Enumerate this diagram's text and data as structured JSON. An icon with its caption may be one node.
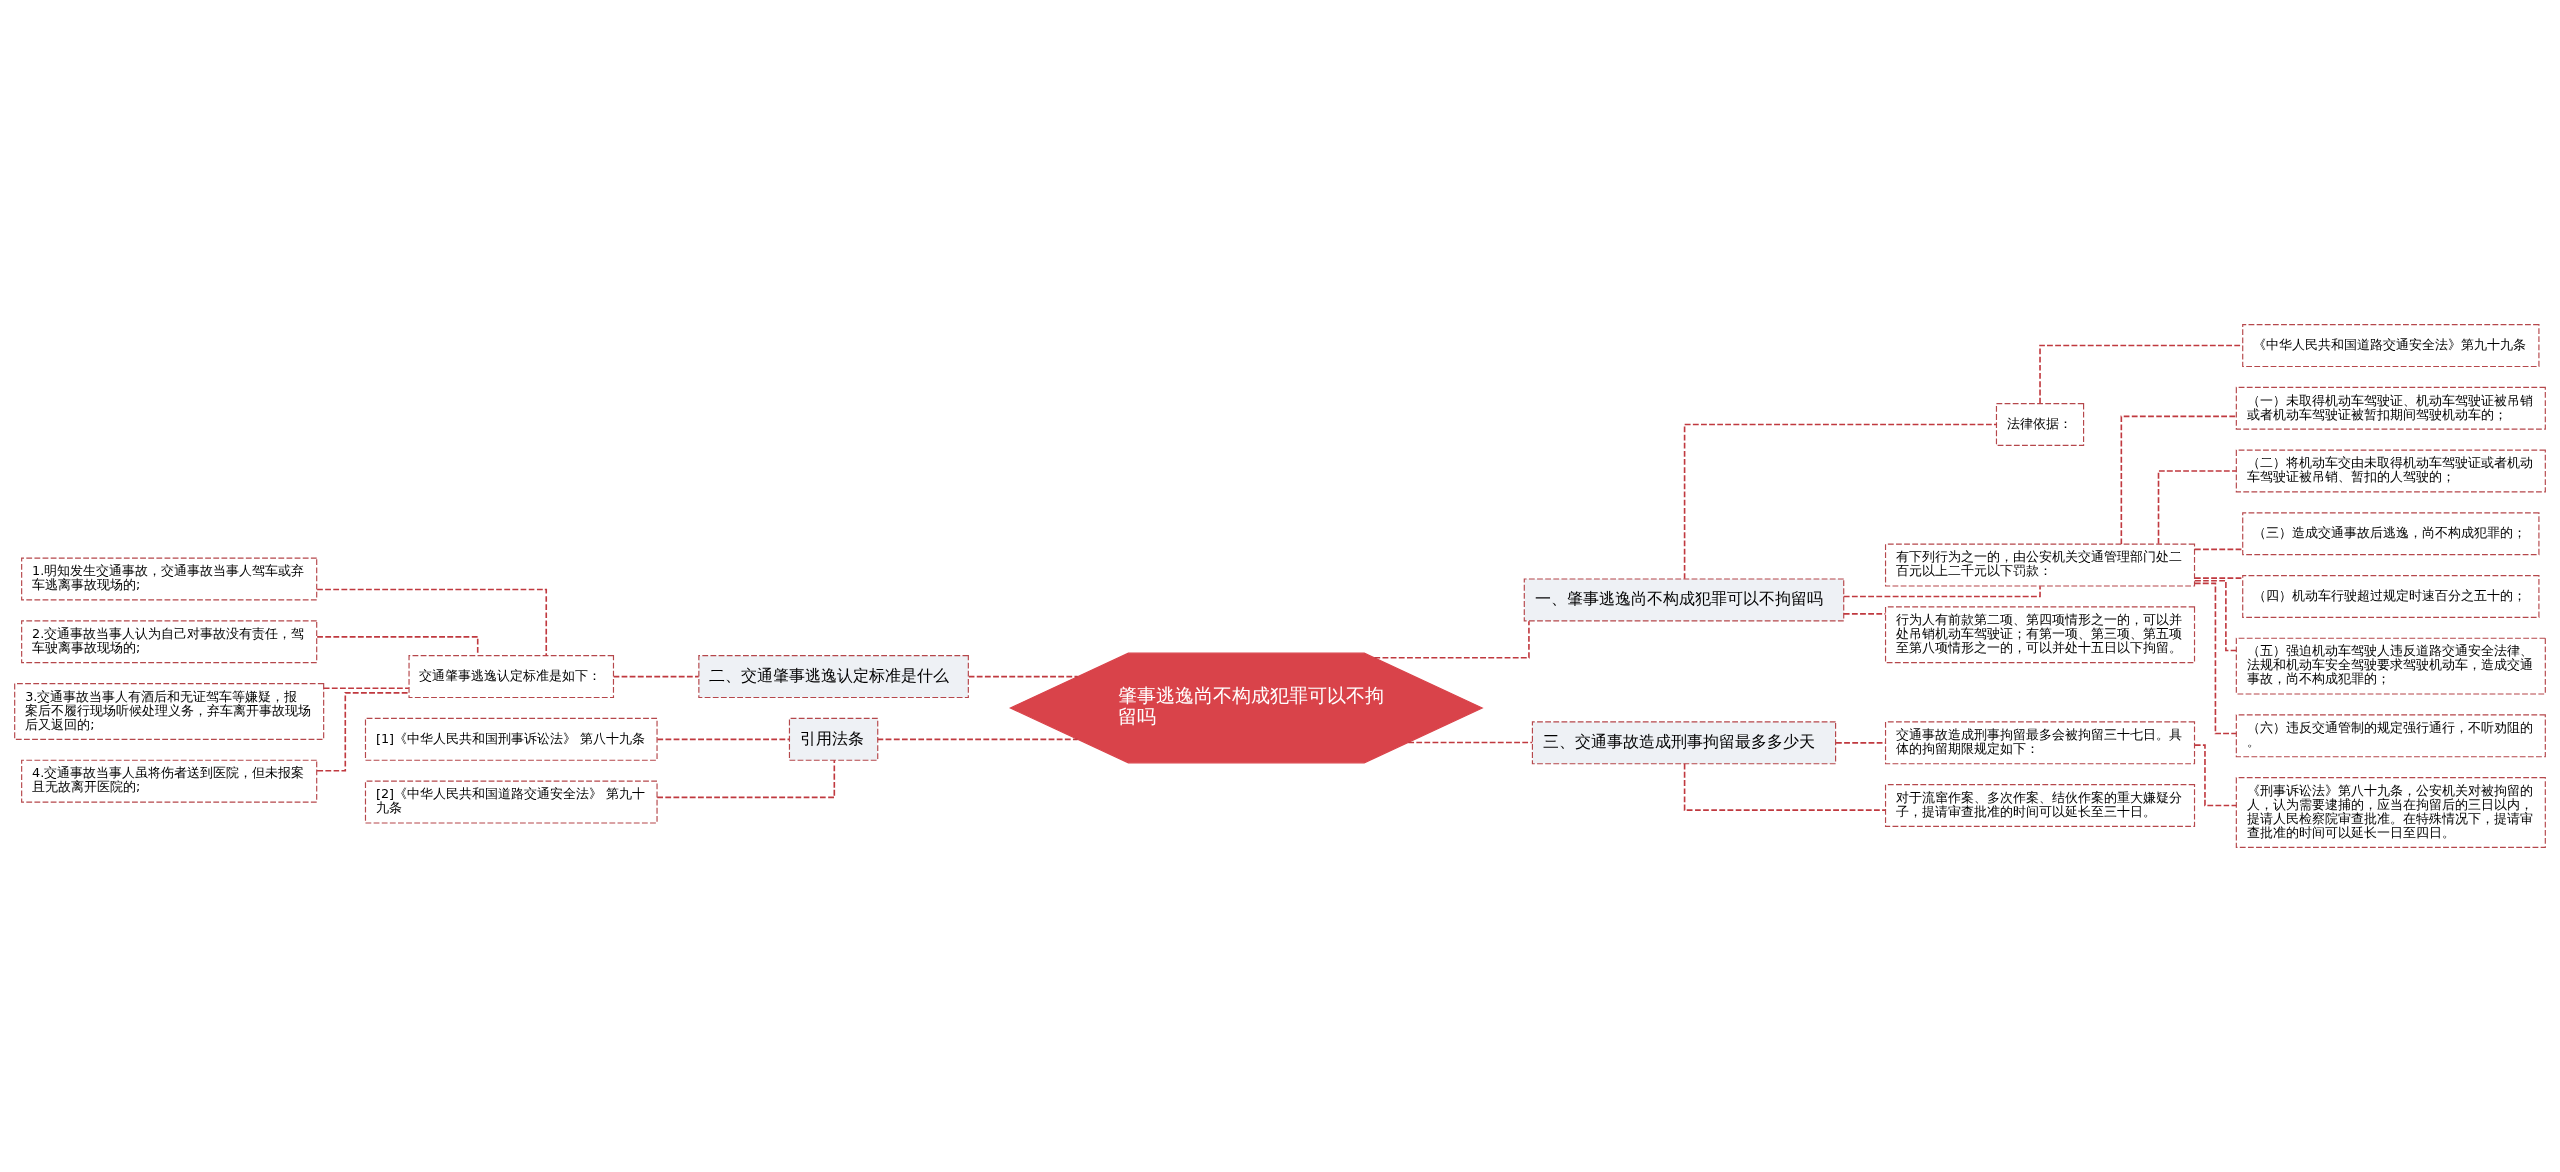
{
  "diagram": {
    "nodes": [
      {
        "text": [
          "肇事逃逸尚不构成犯罪可以不拘留吗"
        ]
      },
      {
        "text": [
          "一、肇事逃逸尚不构成犯罪可以不拘留吗"
        ]
      },
      {
        "text": [
          "法律依据："
        ]
      },
      {
        "text": [
          "《中华人民共和国道路交通安全法》第九十九条"
        ]
      },
      {
        "text": [
          "有下列行为之一的，由公安机关交通管理部门处二百元以上二千元以下罚款："
        ]
      },
      {
        "text": [
          "（一）未取得机动车驾驶证、机动车驾驶证被吊销或者机动车驾驶证被暂扣期间驾驶机动车的；"
        ]
      },
      {
        "text": [
          "（二）将机动车交由未取得机动车驾驶证或者机动车驾驶证被吊销、暂扣的人驾驶的；"
        ]
      },
      {
        "text": [
          "（三）造成交通事故后逃逸，尚不构成犯罪的；"
        ]
      },
      {
        "text": [
          "（四）机动车行驶超过规定时速百分之五十的；"
        ]
      },
      {
        "text": [
          "（五）强迫机动车驾驶人违反道路交通安全法律、法规和机动车安全驾驶要求驾驶机动车，造成交通事故，尚不构成犯罪的；"
        ]
      },
      {
        "text": [
          "（六）违反交通管制的规定强行通行，不听劝阻的。"
        ]
      },
      {
        "text": [
          "行为人有前款第二项、第四项情形之一的，可以并处吊销机动车驾驶证；有第一项、第三项、第五项至第八项情形之一的，可以并处十五日以下拘留。"
        ]
      },
      {
        "text": [
          "三、交通事故造成刑事拘留最多多少天"
        ]
      },
      {
        "text": [
          "交通事故造成刑事拘留最多会被拘留三十七日。具体的拘留期限规定如下："
        ]
      },
      {
        "text": [
          "《刑事诉讼法》第八十九条，公安机关对被拘留的人，认为需要逮捕的，应当在拘留后的三日以内，提请人民检察院审查批准。在特殊情况下，提请审查批准的时间可以延长一日至四日。"
        ]
      },
      {
        "text": [
          "对于流窜作案、多次作案、结伙作案的重大嫌疑分子，提请审查批准的时间可以延长至三十日。"
        ]
      },
      {
        "text": [
          "二、交通肇事逃逸认定标准是什么"
        ]
      },
      {
        "text": [
          "交通肇事逃逸认定标准是如下："
        ]
      },
      {
        "text": [
          "1.明知发生交通事故，交通事故当事人驾车或弃车逃离事故现场的;"
        ]
      },
      {
        "text": [
          "2.交通事故当事人认为自己对事故没有责任，驾车驶离事故现场的;"
        ]
      },
      {
        "text": [
          "3.交通事故当事人有酒后和无证驾车等嫌疑，报案后不履行现场听候处理义务，弃车离开事故现场后又返回的;"
        ]
      },
      {
        "text": [
          "4.交通事故当事人虽将伤者送到医院，但未报案且无故离开医院的;"
        ]
      },
      {
        "text": [
          "引用法条"
        ]
      },
      {
        "text": [
          "[1]《中华人民共和国刑事诉讼法》 第八十九条"
        ]
      },
      {
        "text": [
          "[2]《中华人民共和国道路交通安全法》 第九十九条"
        ]
      }
    ],
    "edges": [
      {
        "from": 0,
        "to": 1,
        "arrow": "none"
      },
      {
        "from": 1,
        "to": 2,
        "arrow": "none"
      },
      {
        "from": 2,
        "to": 3,
        "arrow": "none"
      },
      {
        "from": 1,
        "to": 4,
        "arrow": "none"
      },
      {
        "from": 4,
        "to": 5,
        "arrow": "none"
      },
      {
        "from": 4,
        "to": 6,
        "arrow": "none"
      },
      {
        "from": 4,
        "to": 7,
        "arrow": "none"
      },
      {
        "from": 4,
        "to": 8,
        "arrow": "none"
      },
      {
        "from": 4,
        "to": 9,
        "arrow": "none"
      },
      {
        "from": 4,
        "to": 10,
        "arrow": "none"
      },
      {
        "from": 1,
        "to": 11,
        "arrow": "none"
      },
      {
        "from": 0,
        "to": 12,
        "arrow": "none"
      },
      {
        "from": 12,
        "to": 13,
        "arrow": "none"
      },
      {
        "from": 13,
        "to": 14,
        "arrow": "none"
      },
      {
        "from": 12,
        "to": 15,
        "arrow": "none"
      },
      {
        "from": 0,
        "to": 16,
        "arrow": "none"
      },
      {
        "from": 16,
        "to": 17,
        "arrow": "none"
      },
      {
        "from": 17,
        "to": 18,
        "arrow": "none"
      },
      {
        "from": 17,
        "to": 19,
        "arrow": "none"
      },
      {
        "from": 17,
        "to": 20,
        "arrow": "none"
      },
      {
        "from": 17,
        "to": 21,
        "arrow": "none"
      },
      {
        "from": 0,
        "to": 22,
        "arrow": "none"
      },
      {
        "from": 22,
        "to": 23,
        "arrow": "none"
      },
      {
        "from": 22,
        "to": 24,
        "arrow": "none"
      }
    ]
  }
}
